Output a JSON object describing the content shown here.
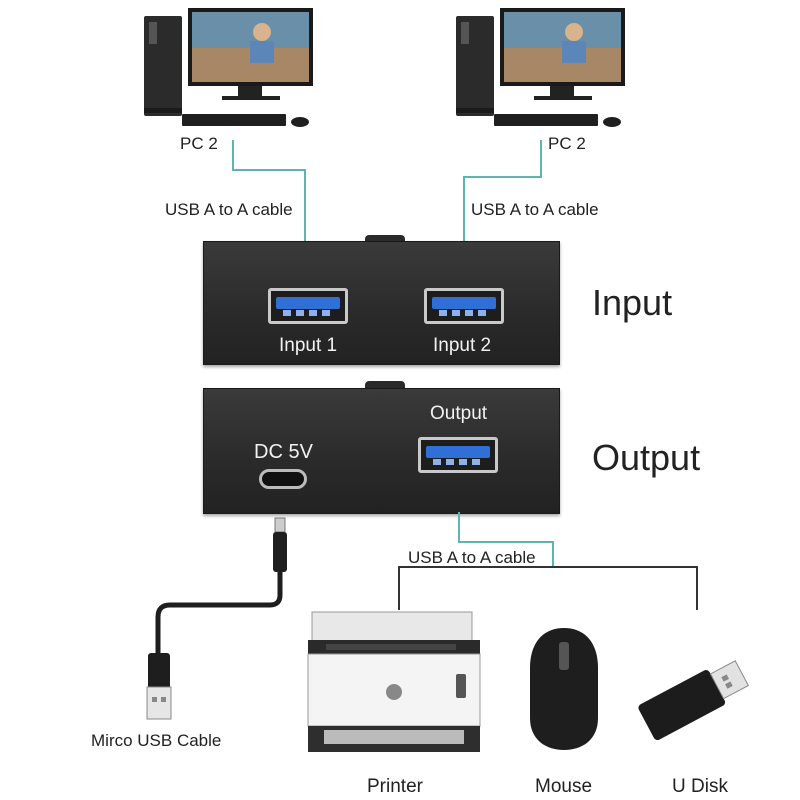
{
  "labels": {
    "pc_left": "PC 2",
    "pc_right": "PC 2",
    "cable_left": "USB A to A cable",
    "cable_right": "USB A to A cable",
    "cable_bottom": "USB A to A cable",
    "input_heading": "Input",
    "output_heading": "Output",
    "input1": "Input 1",
    "input2": "Input 2",
    "dc": "DC 5V",
    "output_port": "Output",
    "micro_cable": "Mirco USB Cable",
    "printer": "Printer",
    "mouse": "Mouse",
    "udisk": "U Disk"
  },
  "colors": {
    "connector_line": "#5fb3b3",
    "usb_blue": "#2f6fd6",
    "device_body": "#2a2a2a"
  }
}
